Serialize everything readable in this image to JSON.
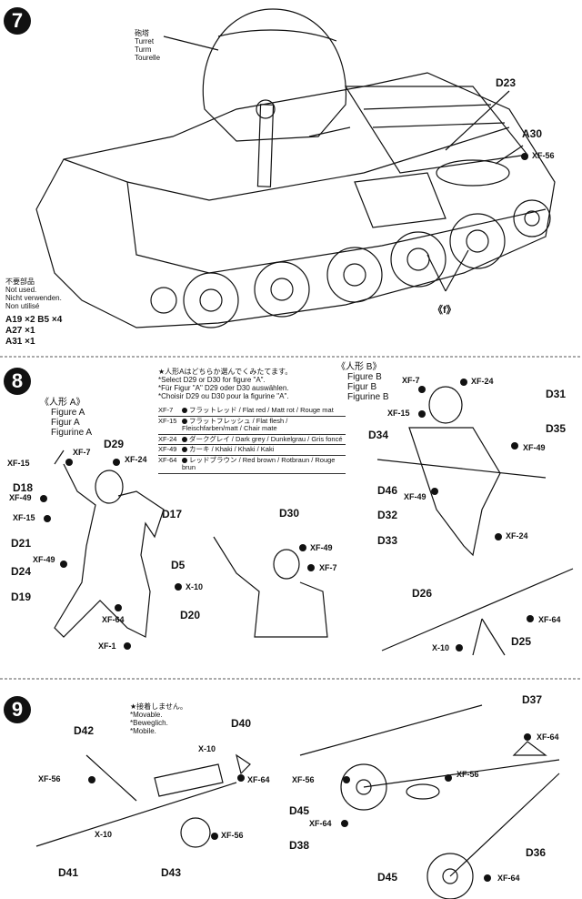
{
  "steps": [
    {
      "number": "7"
    },
    {
      "number": "8"
    },
    {
      "number": "9"
    }
  ],
  "step7": {
    "turret_label": [
      "砲塔",
      "Turret",
      "Turm",
      "Tourelle"
    ],
    "not_used": [
      "不要部品",
      "Not used.",
      "Nicht verwenden.",
      "Non utilisé"
    ],
    "not_used_parts": [
      "A19 ×2  B5 ×4",
      "A27 ×1",
      "A31 ×1"
    ],
    "labels": {
      "d23": "D23",
      "a30": "A30",
      "xf56": "XF-56",
      "f": "《f》"
    }
  },
  "step8": {
    "instruction": [
      "★人形Aはどちらか選んでくみたてます。",
      "*Select D29 or D30 for figure \"A\".",
      "*Für Figur \"A\" D29 oder D30 auswählen.",
      "*Choisir D29 ou D30 pour la figurine \"A\"."
    ],
    "figureA": [
      "《人形 A》",
      "Figure A",
      "Figur A",
      "Figurine A"
    ],
    "figureB": [
      "《人形 B》",
      "Figure B",
      "Figur B",
      "Figurine B"
    ],
    "paints": [
      {
        "code": "XF-7",
        "text": "フラットレッド / Flat red / Matt rot / Rouge mat"
      },
      {
        "code": "XF-15",
        "text": "フラットフレッシュ / Flat flesh / Fleischfarben/matt / Chair mate"
      },
      {
        "code": "XF-24",
        "text": "ダークグレイ / Dark grey / Dunkelgrau / Gris foncé"
      },
      {
        "code": "XF-49",
        "text": "カーキ / Khaki / Khaki / Kaki"
      },
      {
        "code": "XF-64",
        "text": "レッドブラウン / Red brown / Rotbraun / Rouge brun"
      }
    ],
    "labelsA": {
      "d29": "D29",
      "xf24": "XF-24",
      "xf7": "XF-7",
      "xf15a": "XF-15",
      "d18": "D18",
      "xf49a": "XF-49",
      "xf15b": "XF-15",
      "d17": "D17",
      "d21": "D21",
      "xf49b": "XF-49",
      "d24": "D24",
      "d5": "D5",
      "x10": "X-10",
      "d19": "D19",
      "xf64": "XF-64",
      "d20": "D20",
      "xf1": "XF-1",
      "d30": "D30",
      "xf49c": "XF-49",
      "xf7b": "XF-7"
    },
    "labelsB": {
      "xf7": "XF-7",
      "xf24": "XF-24",
      "d31": "D31",
      "xf15": "XF-15",
      "d34": "D34",
      "d35": "D35",
      "xf49": "XF-49",
      "d46": "D46",
      "xf49b": "XF-49",
      "d32": "D32",
      "d33": "D33",
      "xf24b": "XF-24",
      "d26": "D26",
      "xf64": "XF-64",
      "x10": "X-10",
      "d25": "D25"
    }
  },
  "step9": {
    "instruction": [
      "★接着しません。",
      "*Movable.",
      "*Beweglich.",
      "*Mobile."
    ],
    "labels": {
      "d42": "D42",
      "d40": "D40",
      "x10a": "X-10",
      "xf64a": "XF-64",
      "xf56a": "XF-56",
      "x10b": "X-10",
      "xf56b": "XF-56",
      "d41": "D41",
      "d43": "D43",
      "d37": "D37",
      "xf64b": "XF-64",
      "xf56c": "XF-56",
      "xf56d": "XF-56",
      "d45a": "D45",
      "xf64c": "XF-64",
      "d38": "D38",
      "d36": "D36",
      "d45b": "D45",
      "xf64d": "XF-64"
    }
  }
}
